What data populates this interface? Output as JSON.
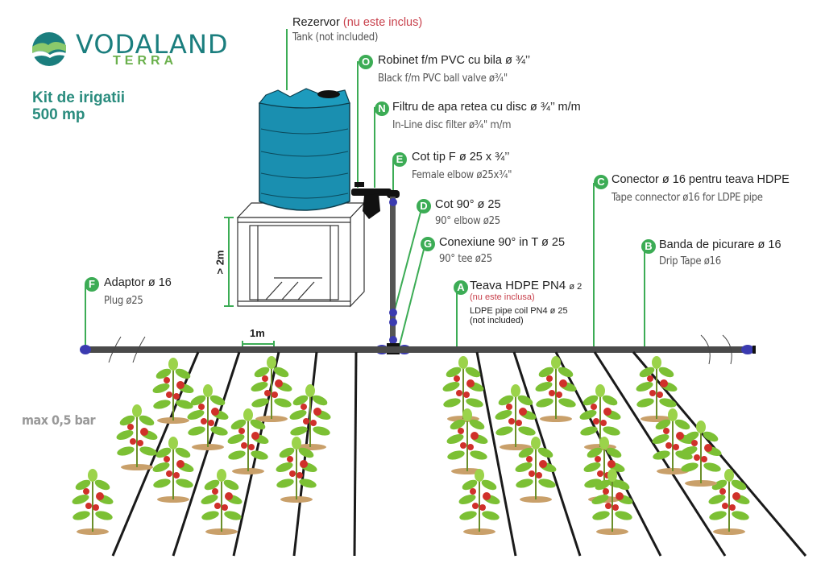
{
  "brand": {
    "name": "VODALAND",
    "sub": "TERRA",
    "logo_icon": "mountain-wave-circle-logo",
    "colors": {
      "primary": "#1b7e7e",
      "accent": "#6ab04c"
    }
  },
  "title": {
    "line1": "Kit de irigatii",
    "line2": "500 mp"
  },
  "pressure_note": "max 0,5 bar",
  "dimensions": {
    "height": "> 2m",
    "spacing": "1m"
  },
  "badge_color": "#3cac55",
  "components": [
    {
      "id": "tank",
      "badge": "",
      "ro": "Rezervor",
      "ro_note": "(nu este inclus)",
      "en": "Tank (not included)"
    },
    {
      "id": "ball-valve",
      "badge": "O",
      "ro": "Robinet f/m PVC cu bila ø ¾’’",
      "en": "Black f/m PVC ball valve ø¾\""
    },
    {
      "id": "disc-filter",
      "badge": "N",
      "ro": "Filtru de apa retea cu disc ø ¾’’ m/m",
      "en": "In-Line disc filter ø¾\" m/m"
    },
    {
      "id": "female-elbow",
      "badge": "E",
      "ro": "Cot tip F ø 25 x ¾’’",
      "en": "Female elbow ø25x¾\""
    },
    {
      "id": "tape-connector",
      "badge": "C",
      "ro": "Conector ø 16 pentru teava HDPE",
      "en": "Tape connector ø16 for LDPE pipe"
    },
    {
      "id": "elbow-90",
      "badge": "D",
      "ro": "Cot 90° ø 25",
      "en": "90° elbow ø25"
    },
    {
      "id": "tee-90",
      "badge": "G",
      "ro": "Conexiune 90° in T ø 25",
      "en": "90° tee ø25"
    },
    {
      "id": "drip-tape",
      "badge": "B",
      "ro": "Banda de picurare ø 16",
      "en": "Drip Tape ø16"
    },
    {
      "id": "adaptor",
      "badge": "F",
      "ro": "Adaptor ø 16",
      "en": "Plug ø25"
    },
    {
      "id": "hdpe-pipe",
      "badge": "A",
      "ro": "Teava HDPE PN4",
      "ro_small": "ø 2",
      "ro_note": "(nu este inclusa)",
      "en": "LDPE pipe coil PN4 ø 25",
      "en_note": "(not included)"
    }
  ]
}
